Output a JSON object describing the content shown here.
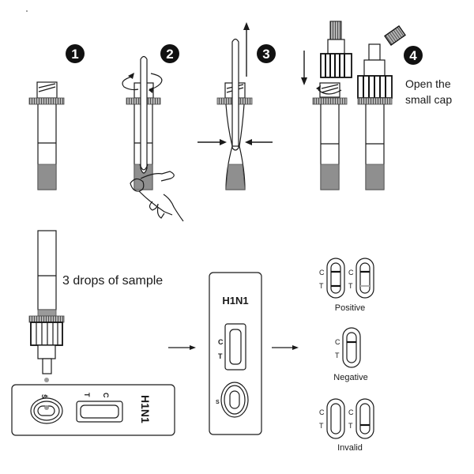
{
  "steps": [
    {
      "number": "1"
    },
    {
      "number": "2"
    },
    {
      "number": "3"
    },
    {
      "number": "4",
      "caption_line1": "Open the",
      "caption_line2": "small cap"
    }
  ],
  "sample_step": {
    "caption": "3 drops of sample"
  },
  "cassette": {
    "brand": "H1N1",
    "control_label": "C",
    "test_label": "T",
    "sample_label": "S"
  },
  "results": {
    "control_label": "C",
    "test_label": "T",
    "positive_label": "Positive",
    "negative_label": "Negative",
    "invalid_label": "Invalid"
  },
  "colors": {
    "line": "#1a1a1a",
    "liquid": "#8f8f8f",
    "faint_line": "#b0b0b0"
  }
}
